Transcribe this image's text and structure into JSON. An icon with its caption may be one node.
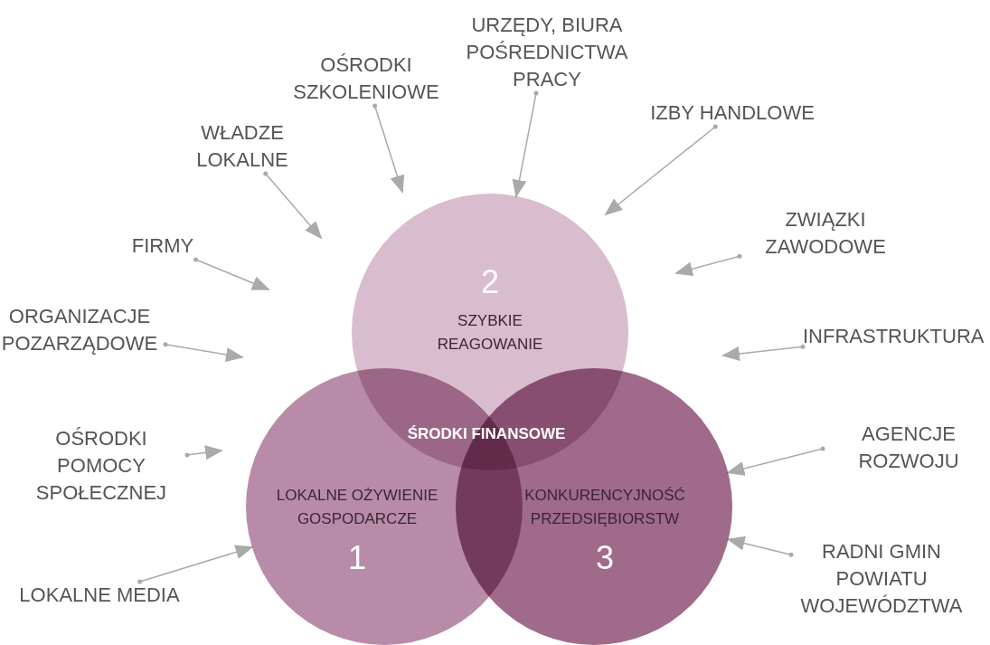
{
  "diagram": {
    "nodes": [
      {
        "text": [
          "URZĘDY, BIURA POŚREDNICTWA PRACY"
        ]
      },
      {
        "text": [
          "OŚRODKI SZKOLENIOWE"
        ]
      },
      {
        "text": [
          "IZBY HANDLOWE"
        ]
      },
      {
        "text": [
          "WŁADZE LOKALNE"
        ]
      },
      {
        "text": [
          "ZWIĄZKI ZAWODOWE"
        ]
      },
      {
        "text": [
          "FIRMY"
        ]
      },
      {
        "text": [
          "ORGANIZACJE POZARZĄDOWE"
        ]
      },
      {
        "text": [
          "INFRASTRUKTURA"
        ]
      },
      {
        "text": [
          "OŚRODKI POMOCY SPOŁECZNEJ"
        ]
      },
      {
        "text": [
          "AGENCJE ROZWOJU"
        ]
      },
      {
        "text": [
          "LOKALNE MEDIA"
        ]
      },
      {
        "text": [
          "RADNI GMIN POWIATU WOJEWÓDZTWA"
        ]
      },
      {
        "text": [
          "2",
          "SZYBKIE REAGOWANIE"
        ]
      },
      {
        "text": [
          "LOKALNE OŻYWIENIE GOSPODARCZE",
          "1"
        ]
      },
      {
        "text": [
          "KONKURENCYJNOŚĆ PRZEDSIĘBIORSTW",
          "3"
        ]
      }
    ],
    "edges": [
      {
        "from": 0,
        "to": 12,
        "arrow": "to"
      },
      {
        "from": 1,
        "to": null,
        "arrow": "to"
      },
      {
        "from": 2,
        "to": null,
        "arrow": "to"
      },
      {
        "from": 3,
        "to": null,
        "arrow": "to"
      },
      {
        "from": 4,
        "to": null,
        "arrow": "to"
      },
      {
        "from": 5,
        "to": null,
        "arrow": "to"
      },
      {
        "from": 6,
        "to": null,
        "arrow": "to"
      },
      {
        "from": 7,
        "to": null,
        "arrow": "to"
      },
      {
        "from": 8,
        "to": null,
        "arrow": "to"
      },
      {
        "from": 9,
        "to": 14,
        "arrow": "to"
      },
      {
        "from": 10,
        "to": 13,
        "arrow": "to"
      },
      {
        "from": 11,
        "to": 14,
        "arrow": "to"
      }
    ],
    "labels": [
      "ŚRODKI FINANSOWE"
    ]
  }
}
